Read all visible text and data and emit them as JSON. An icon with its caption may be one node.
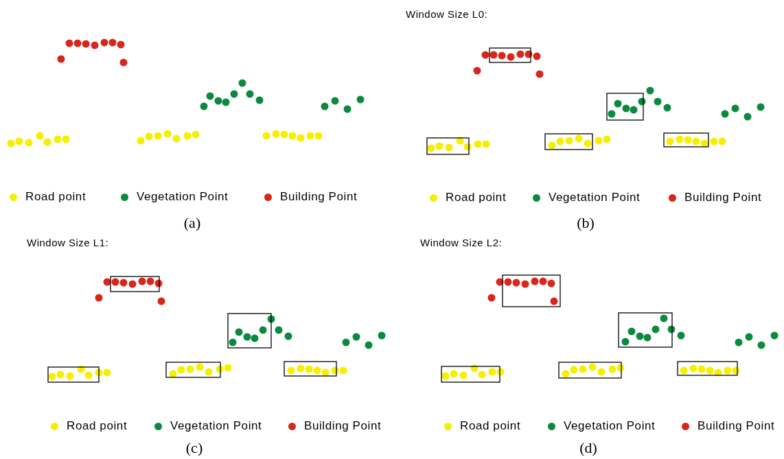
{
  "diagram": {
    "labels": [
      "Window Size L0:",
      "(a)",
      "(b)",
      "Window Size L1:",
      "Window Size L2:",
      "(c)",
      "(d)"
    ],
    "legend": [
      {
        "text": "Road point",
        "color": "#f7ef00"
      },
      {
        "text": "Vegetation Point",
        "color": "#0b8a3f"
      },
      {
        "text": "Building Point",
        "color": "#d9261c"
      },
      {
        "text": "Road point",
        "color": "#f7ef00"
      },
      {
        "text": "Vegetation Point",
        "color": "#0b8a3f"
      },
      {
        "text": "Building Point",
        "color": "#d9261c"
      },
      {
        "text": "Road point",
        "color": "#f7ef00"
      },
      {
        "text": "Vegetation Point",
        "color": "#0b8a3f"
      },
      {
        "text": "Building Point",
        "color": "#d9261c"
      },
      {
        "text": "Road point",
        "color": "#f7ef00"
      },
      {
        "text": "Vegetation Point",
        "color": "#0b8a3f"
      },
      {
        "text": "Building Point",
        "color": "#d9261c"
      }
    ]
  }
}
